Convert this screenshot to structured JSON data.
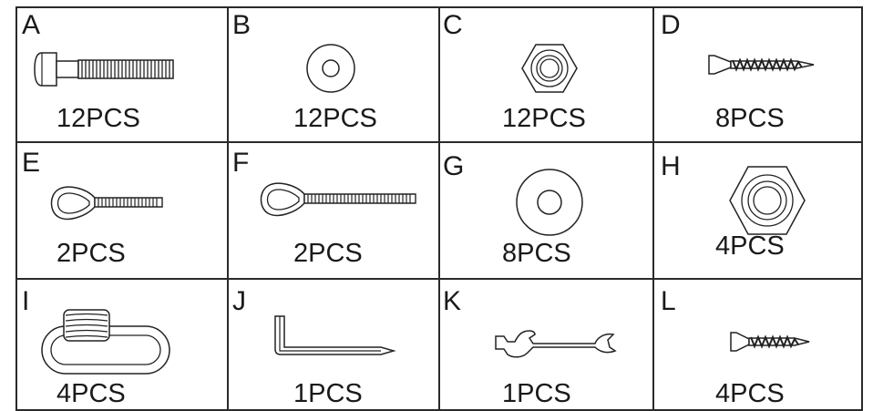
{
  "parts": [
    {
      "letter": "A",
      "qty": "12PCS",
      "icon": "bolt-icon"
    },
    {
      "letter": "B",
      "qty": "12PCS",
      "icon": "small-washer-icon"
    },
    {
      "letter": "C",
      "qty": "12PCS",
      "icon": "hex-nut-icon"
    },
    {
      "letter": "D",
      "qty": "8PCS",
      "icon": "wood-screw-icon"
    },
    {
      "letter": "E",
      "qty": "2PCS",
      "icon": "short-eye-bolt-icon"
    },
    {
      "letter": "F",
      "qty": "2PCS",
      "icon": "long-eye-bolt-icon"
    },
    {
      "letter": "G",
      "qty": "8PCS",
      "icon": "large-washer-icon"
    },
    {
      "letter": "H",
      "qty": "4PCS",
      "icon": "large-hex-nut-icon"
    },
    {
      "letter": "I",
      "qty": "4PCS",
      "icon": "quick-link-icon"
    },
    {
      "letter": "J",
      "qty": "1PCS",
      "icon": "allen-key-icon"
    },
    {
      "letter": "K",
      "qty": "1PCS",
      "icon": "wrench-icon"
    },
    {
      "letter": "L",
      "qty": "4PCS",
      "icon": "small-wood-screw-icon"
    }
  ]
}
